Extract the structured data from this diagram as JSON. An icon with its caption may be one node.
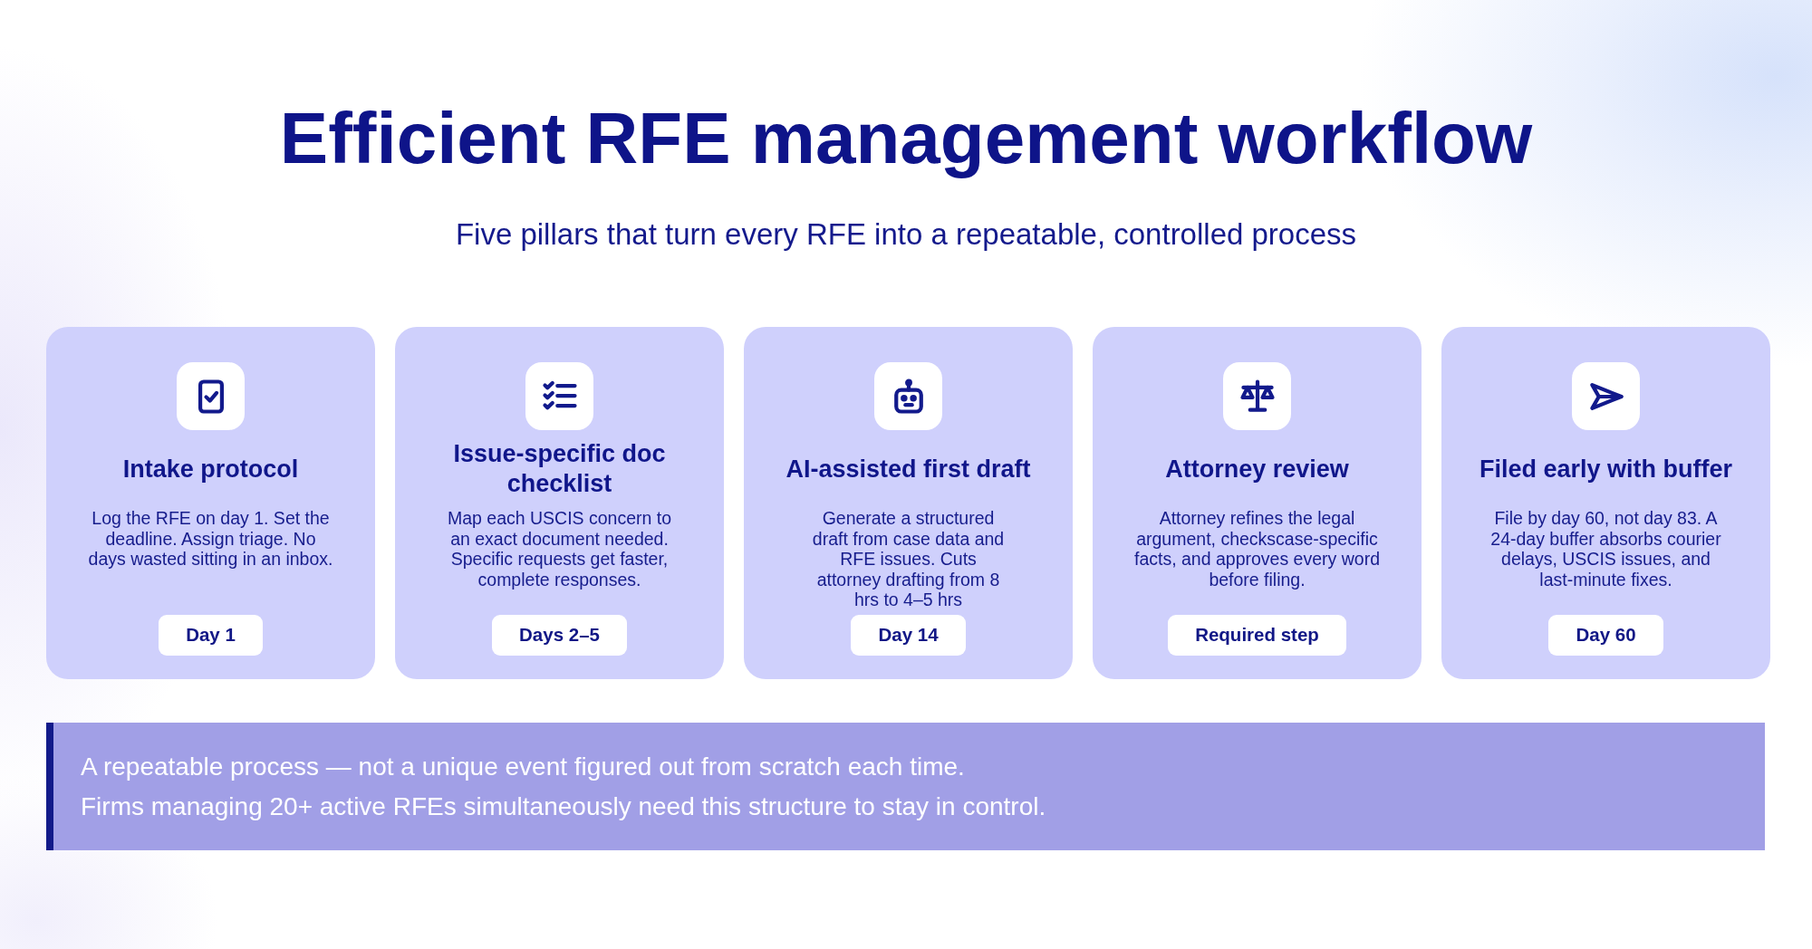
{
  "diagram": {
    "title": "Efficient RFE management workflow",
    "nodes": [
      {
        "text": [
          "Intake protocol",
          "Log the RFE on day 1. Set the deadline. Assign triage. No days wasted sitting in an inbox."
        ]
      },
      {
        "text": [
          "Day 1"
        ],
        "in": 0
      },
      {
        "text": [
          "Issue-specific doc checklist",
          "Map each USCIS concern to an exact document needed. Specific requests get faster, complete responses."
        ]
      },
      {
        "text": [
          "Days 2–5"
        ],
        "in": 2
      },
      {
        "text": [
          "AI-assisted first draft",
          "Generate a structured draft from case data and RFE issues. Cuts attorney drafting from 8 hrs to 4–5 hrs"
        ]
      },
      {
        "text": [
          "Day 14"
        ],
        "in": 4
      },
      {
        "text": [
          "Attorney review",
          "Attorney refines the legal argument, checkscase-specific facts, and approves every word before filing."
        ]
      },
      {
        "text": [
          "Required step"
        ],
        "in": 6
      },
      {
        "text": [
          "Filed early with buffer",
          "File by day 60, not day 83. A 24-day buffer absorbs courier delays, USCIS issues, and last-minute fixes."
        ]
      },
      {
        "text": [
          "Day 60"
        ],
        "in": 8
      },
      {
        "text": [
          "A repeatable process — not a unique event figured out from scratch each time.",
          "Firms managing 20+ active RFEs simultaneously need this structure to stay in control."
        ]
      }
    ],
    "labels": [
      "Five pillars that turn every RFE into a repeatable, controlled process"
    ]
  }
}
